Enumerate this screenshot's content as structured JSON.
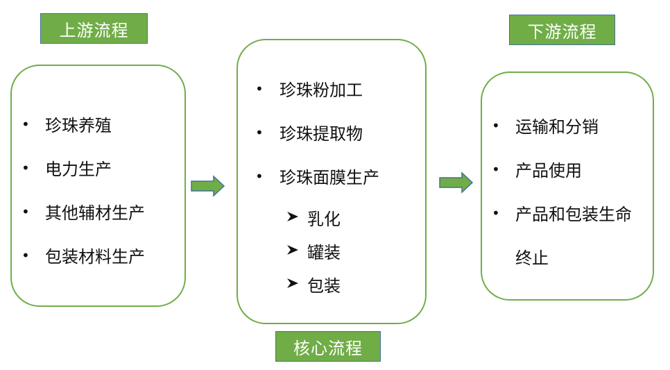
{
  "upstream": {
    "title": "上游流程",
    "items": [
      "珍珠养殖",
      "电力生产",
      "其他辅材生产",
      "包装材料生产"
    ]
  },
  "core": {
    "title": "核心流程",
    "items": [
      "珍珠粉加工",
      "珍珠提取物",
      "珍珠面膜生产"
    ],
    "sub_items": [
      "乳化",
      "罐装",
      "包装"
    ]
  },
  "downstream": {
    "title": "下游流程",
    "items": [
      "运输和分销",
      "产品使用",
      "产品和包装生命"
    ],
    "continuation": "终止"
  },
  "colors": {
    "label_fill": "#70ad47",
    "label_border": "#41719c",
    "box_border": "#70ad47",
    "arrow_fill": "#70ad47",
    "arrow_border": "#41719c"
  },
  "icons": {
    "bullet": "•",
    "sub_bullet": "arrowhead-icon",
    "flow": "right-arrow-icon"
  }
}
